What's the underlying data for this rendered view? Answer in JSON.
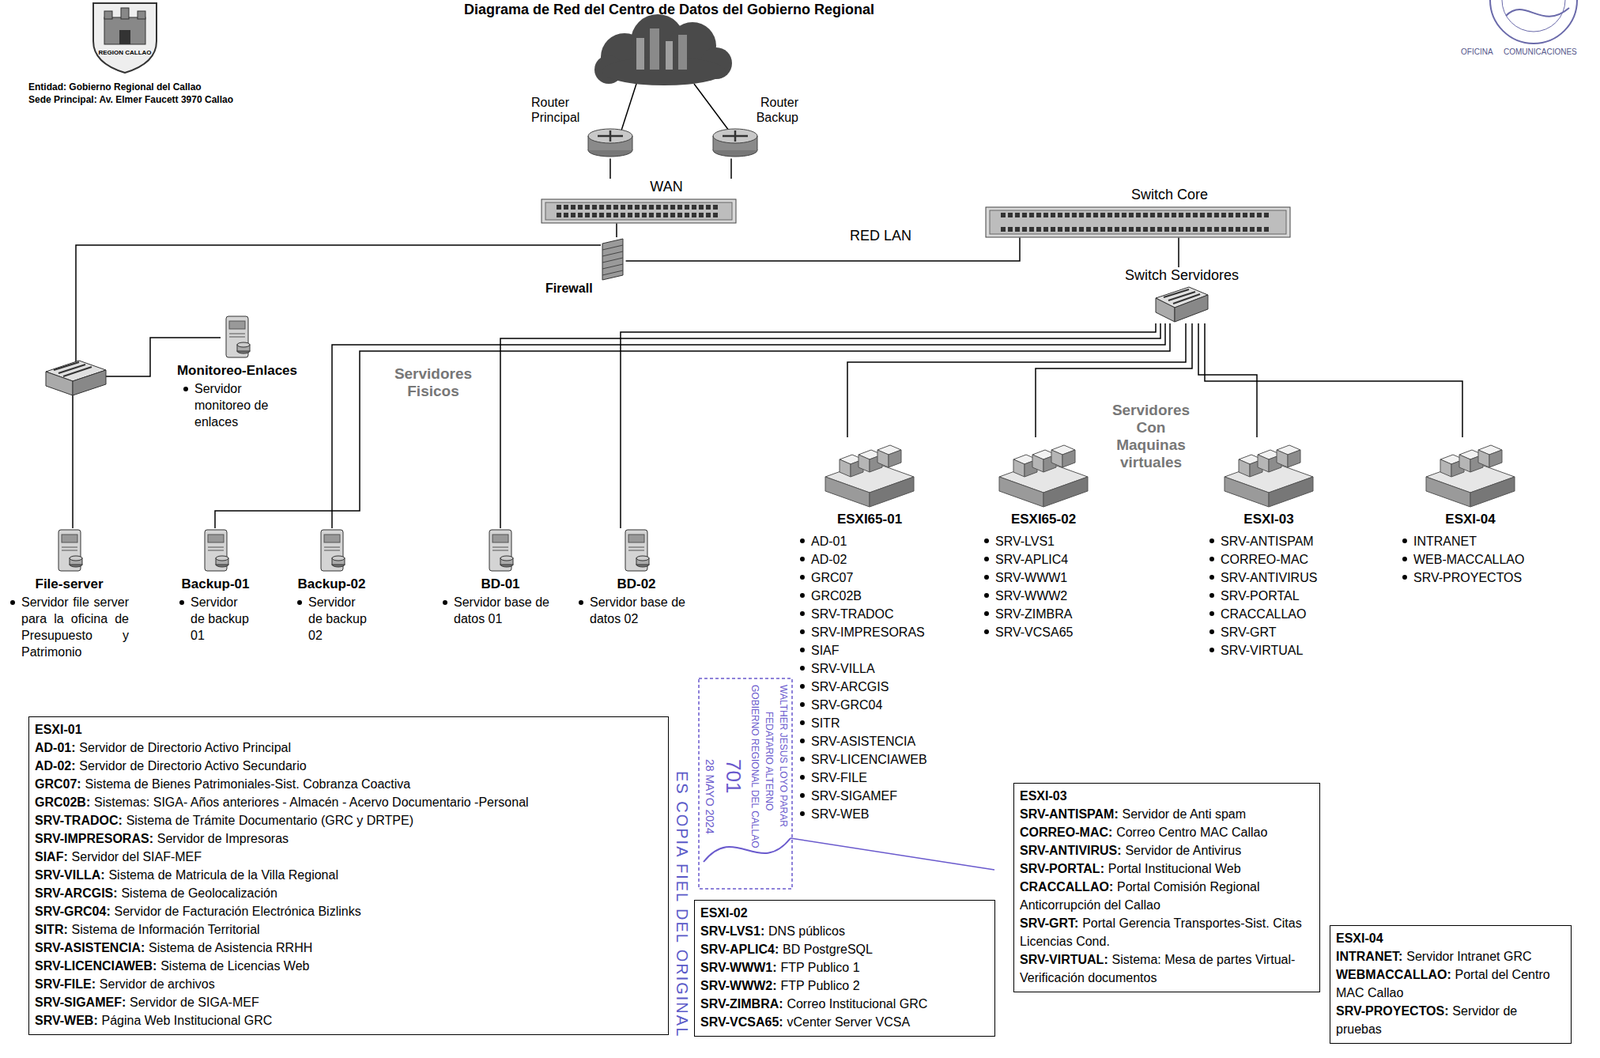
{
  "diagram": {
    "title": "Diagrama de Red del Centro de Datos del Gobierno Regional",
    "nodes": [
      {
        "text": [
          "Router Principal"
        ]
      },
      {
        "text": [
          "Router Backup"
        ]
      },
      {
        "text": [
          "WAN"
        ]
      },
      {
        "text": [
          "Firewall"
        ]
      },
      {
        "text": [
          "Switch Core"
        ]
      },
      {
        "text": [
          "Switch Servidores"
        ]
      },
      {
        "text": [
          "Monitoreo-Enlaces",
          "Servidor monitoreo de enlaces"
        ]
      },
      {
        "text": [
          "File-server",
          "Servidor file server para la oficina de Presupuesto y Patrimonio"
        ]
      },
      {
        "text": [
          "Backup-01",
          "Servidor de backup 01"
        ]
      },
      {
        "text": [
          "Backup-02",
          "Servidor de backup 02"
        ]
      },
      {
        "text": [
          "BD-01",
          "Servidor base de datos 01"
        ]
      },
      {
        "text": [
          "BD-02",
          "Servidor base de datos 02"
        ]
      },
      {
        "text": [
          "ESXI65-01",
          "AD-01",
          "AD-02",
          "GRC07",
          "GRC02B",
          "SRV-TRADOC",
          "SRV-IMPRESORAS",
          "SIAF",
          "SRV-VILLA",
          "SRV-ARCGIS",
          "SRV-GRC04",
          "SITR",
          "SRV-ASISTENCIA",
          "SRV-LICENCIAWEB",
          "SRV-FILE",
          "SRV-SIGAMEF",
          "SRV-WEB"
        ]
      },
      {
        "text": [
          "ESXI65-02",
          "SRV-LVS1",
          "SRV-APLIC4",
          "SRV-WWW1",
          "SRV-WWW2",
          "SRV-ZIMBRA",
          "SRV-VCSA65"
        ]
      },
      {
        "text": [
          "ESXI-03",
          "SRV-ANTISPAM",
          "CORREO-MAC",
          "SRV-ANTIVIRUS",
          "SRV-PORTAL",
          "CRACCALLAO",
          "SRV-GRT",
          "SRV-VIRTUAL"
        ]
      },
      {
        "text": [
          "ESXI-04",
          "INTRANET",
          "WEB-MACCALLAO",
          "SRV-PROYECTOS"
        ]
      },
      {
        "text": [
          "ESXI-01",
          "AD-01:",
          "Servidor de Directorio Activo Principal",
          "AD-02:",
          "Servidor de Directorio Activo Secundario",
          "GRC07:",
          "Sistema de Bienes Patrimoniales-Sist. Cobranza Coactiva",
          "GRC02B:",
          "Sistemas: SIGA- Años anteriores - Almacén - Acervo Documentario -Personal",
          "SRV-TRADOC:",
          "Sistema de Trámite Documentario (GRC y DRTPE)",
          "SRV-IMPRESORAS:",
          "Servidor de Impresoras",
          "SIAF:",
          "Servidor del SIAF-MEF",
          "SRV-VILLA:",
          "Sistema de Matricula de la Villa Regional",
          "SRV-ARCGIS:",
          "Sistema de Geolocalización",
          "SRV-GRC04:",
          "Servidor de Facturación Electrónica Bizlinks",
          "SITR:",
          "Sistema de Información Territorial",
          "SRV-ASISTENCIA:",
          "Sistema de Asistencia RRHH",
          "SRV-LICENCIAWEB:",
          "Sistema de Licencias Web",
          "SRV-FILE:",
          "Servidor de archivos",
          "SRV-SIGAMEF:",
          "Servidor de SIGA-MEF",
          "SRV-WEB:",
          "Página Web Institucional GRC"
        ]
      },
      {
        "text": [
          "ESXI-02",
          "SRV-LVS1:",
          "DNS públicos",
          "SRV-APLIC4:",
          "BD PostgreSQL",
          "SRV-WWW1:",
          "FTP Publico 1",
          "SRV-WWW2:",
          "FTP Publico 2",
          "SRV-ZIMBRA:",
          "Correo Institucional GRC",
          "SRV-VCSA65:",
          "vCenter Server VCSA"
        ]
      },
      {
        "text": [
          "ESXI-03",
          "SRV-ANTISPAM:",
          "Servidor de Anti spam",
          "CORREO-MAC:",
          "Correo Centro MAC Callao",
          "SRV-ANTIVIRUS:",
          "Servidor de Antivirus",
          "SRV-PORTAL:",
          "Portal Institucional Web",
          "CRACCALLAO:",
          "Portal Comisión Regional Anticorrupción del Callao",
          "SRV-GRT:",
          "Portal Gerencia Transportes-Sist. Citas Licencias Cond.",
          "SRV-VIRTUAL:",
          "Sistema: Mesa de partes Virtual-Verificación documentos"
        ]
      },
      {
        "text": [
          "ESXI-04",
          "INTRANET:",
          "Servidor Intranet GRC",
          "WEBMACCALLAO:",
          "Portal del Centro MAC Callao",
          "SRV-PROYECTOS:",
          "Servidor de pruebas"
        ]
      }
    ],
    "edges": [
      {
        "from": 0,
        "to": 2,
        "arrow": "none"
      },
      {
        "from": 1,
        "to": 2,
        "arrow": "none"
      },
      {
        "from": 2,
        "to": 3,
        "arrow": "none"
      },
      {
        "from": 3,
        "to": 4,
        "arrow": "none"
      },
      {
        "from": 4,
        "to": 5,
        "arrow": "none"
      },
      {
        "from": 5,
        "to": 12,
        "arrow": "none"
      },
      {
        "from": 5,
        "to": 13,
        "arrow": "none"
      },
      {
        "from": 5,
        "to": 14,
        "arrow": "none"
      },
      {
        "from": 5,
        "to": 15,
        "arrow": "none"
      },
      {
        "from": 5,
        "to": 11,
        "arrow": "none"
      },
      {
        "from": 5,
        "to": 10,
        "arrow": "none"
      },
      {
        "from": 5,
        "to": 9,
        "arrow": "none"
      },
      {
        "from": 5,
        "to": 8,
        "arrow": "none"
      }
    ],
    "labels": [
      "Entidad: Gobierno Regional del Callao",
      "Sede Principal: Av. Elmer Faucett 3970 Callao",
      "REGION CALLAO",
      "RED LAN",
      "Servidores Fisicos",
      "Servidores Con Maquinas virtuales",
      "ES COPIA FIEL DEL ORIGINAL",
      "WALTHER JESUS LOYO PARAR",
      "FEDATARIO ALTERNO",
      "GOBIERNO REGIONAL DEL CALLAO",
      "701",
      "28 MAYO 2024",
      "OFICINA",
      "COMUNICACIONES"
    ]
  }
}
